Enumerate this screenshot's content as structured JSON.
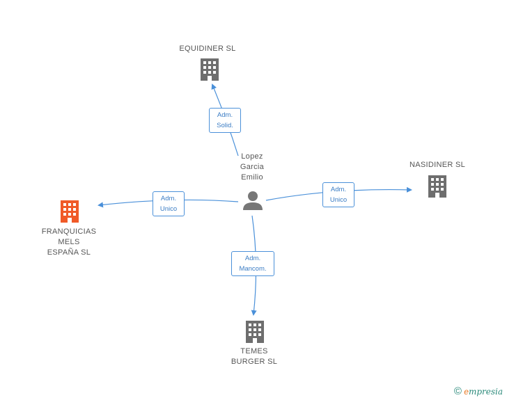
{
  "center": {
    "name": "Lopez\nGarcia\nEmilio"
  },
  "companies": {
    "equidiner": {
      "name": "EQUIDINER SL"
    },
    "nasidiner": {
      "name": "NASIDINER SL"
    },
    "franquicias": {
      "name": "FRANQUICIAS\nMELS\nESPAÑA SL"
    },
    "temes": {
      "name": "TEMES\nBURGER SL"
    }
  },
  "relations": {
    "equidiner": "Adm.\nSolid.",
    "nasidiner": "Adm.\nUnico",
    "franquicias": "Adm.\nUnico",
    "temes": "Adm.\nMancom."
  },
  "colors": {
    "edge": "#4a90d9",
    "building_gray": "#6e6e6e",
    "building_highlight": "#f05a28",
    "person": "#777777"
  },
  "footer": {
    "copyright": "©",
    "brand_initial": "e",
    "brand_rest": "mpresia"
  }
}
